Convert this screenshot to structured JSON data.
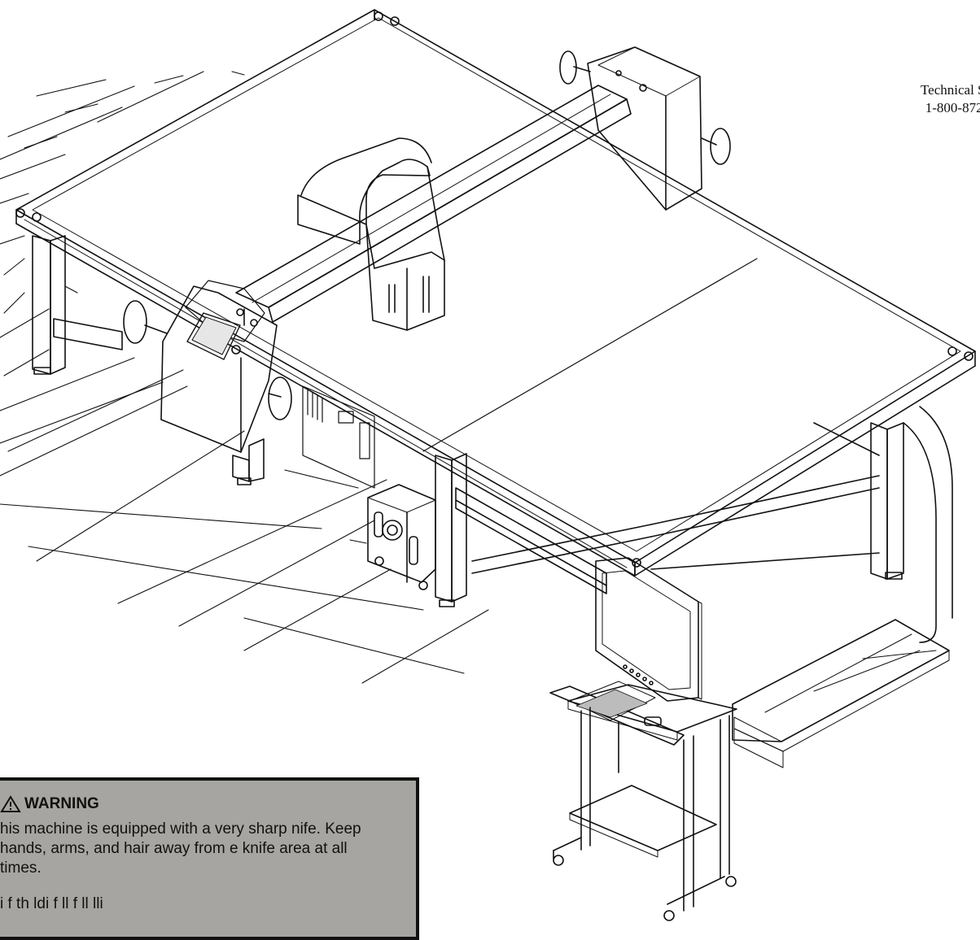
{
  "support": {
    "line1": "Technical Su",
    "line2": "1-800-872-"
  },
  "warning": {
    "title": "WARNING",
    "text": "his machine is equipped with a very sharp nife.  Keep hands, arms, and hair away from e knife area at all times.",
    "text2": "i   f   th   ldi      f ll    f ll     lli"
  },
  "icons": {
    "warning": "warning-triangle-icon"
  },
  "colors": {
    "line": "#111111",
    "warning_box": "#a7a5a2"
  }
}
